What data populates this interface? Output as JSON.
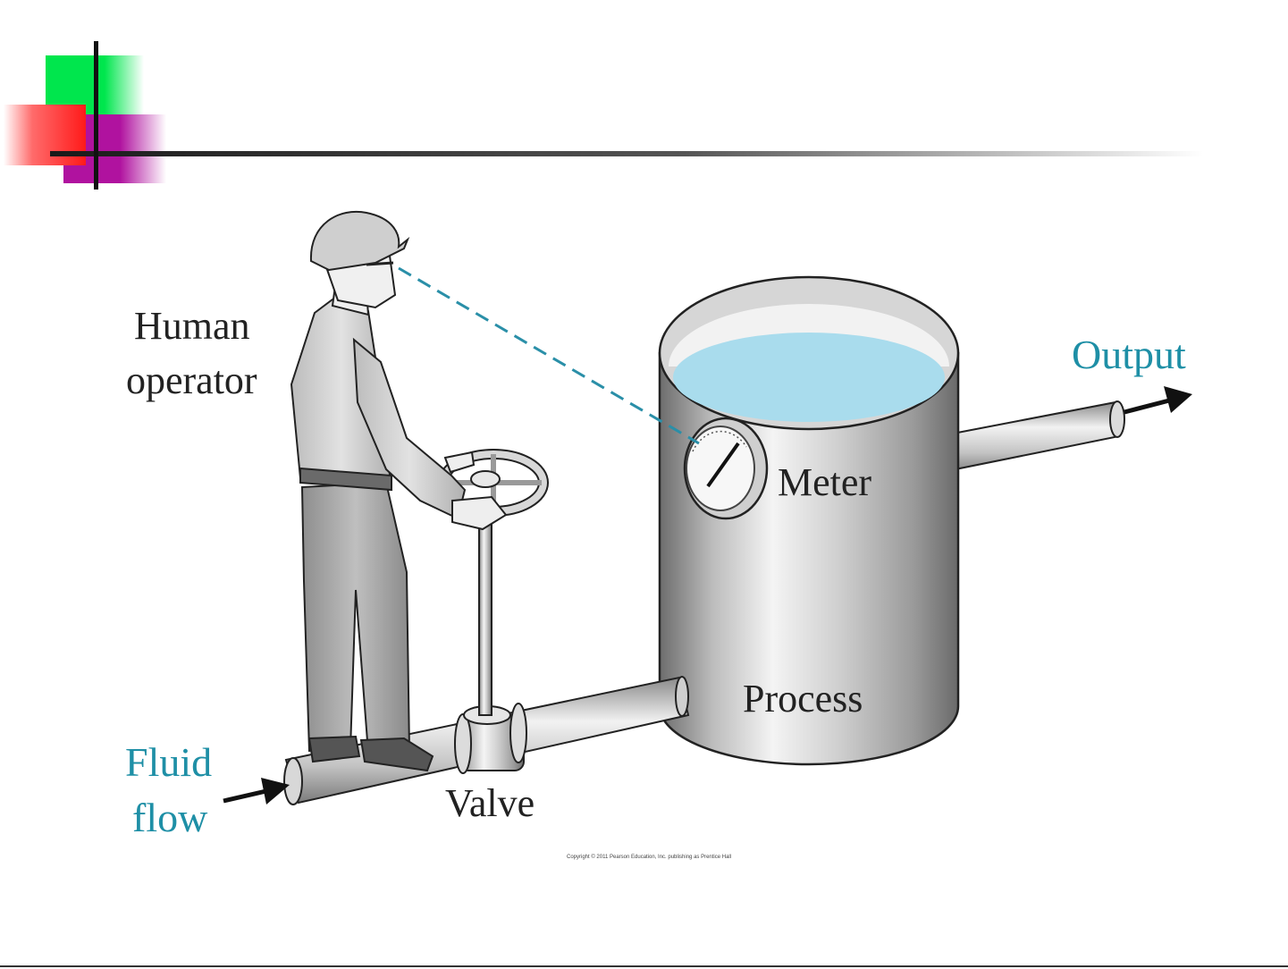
{
  "slide": {
    "accent_colors": {
      "green": "#00e64d",
      "red": "#ff2a2a",
      "magenta": "#b0129f",
      "rule": "#222222"
    }
  },
  "diagram": {
    "labels": {
      "operator_line1": "Human",
      "operator_line2": "operator",
      "output": "Output",
      "meter": "Meter",
      "process": "Process",
      "fluid_line1": "Fluid",
      "fluid_line2": "flow",
      "valve": "Valve"
    },
    "copyright": "Copyright © 2011 Pearson Education, Inc. publishing as Prentice Hall",
    "colors": {
      "label_accent": "#1e8fa6",
      "water": "#a9dced",
      "sight_line": "#2a8fa8"
    },
    "icons": [
      "operator-figure-icon",
      "tank-icon",
      "meter-gauge-icon",
      "valve-wheel-icon",
      "pipe-icon",
      "arrow-icon"
    ]
  }
}
